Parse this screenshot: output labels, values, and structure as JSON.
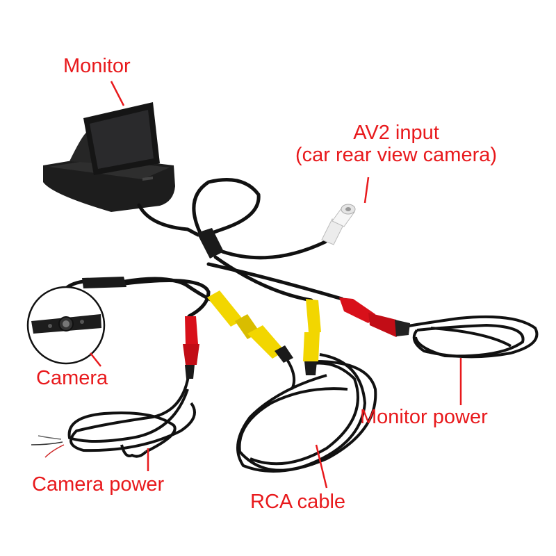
{
  "labels": {
    "monitor": "Monitor",
    "av2_line1": "AV2 input",
    "av2_line2": "(car rear view camera)",
    "camera": "Camera",
    "monitor_power": "Monitor power",
    "camera_power": "Camera power",
    "rca_cable": "RCA cable"
  },
  "colors": {
    "label_text": "#e8191c",
    "leader_line": "#e8191c",
    "cable": "#111111",
    "rca_yellow": "#f2d600",
    "power_red": "#d8101a",
    "connector_white": "#f4f4f4"
  }
}
